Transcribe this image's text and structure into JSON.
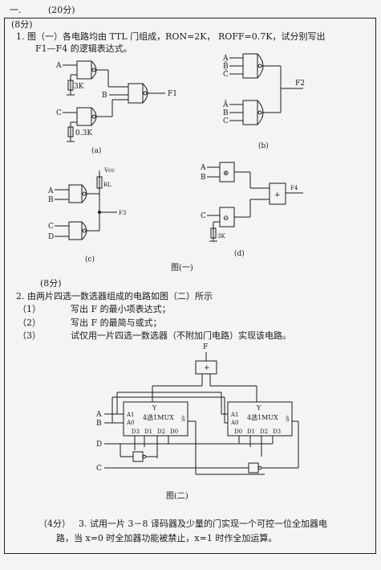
{
  "header": {
    "section": "一.",
    "points": "(20分)"
  },
  "q1": {
    "points": "(8分)",
    "text_line1": "1. 图（一）各电路均由 TTL 门组成，RON=2K，  ROFF=0.7K，试分别写出",
    "text_line2": "F1—F4 的逻辑表达式。"
  },
  "fig1": {
    "a": {
      "inputs": [
        "A",
        "B",
        "C"
      ],
      "resistors": [
        "3K",
        "0.3K"
      ],
      "output": "F1",
      "caption": "(a)"
    },
    "b": {
      "inputs": [
        "A",
        "B̄",
        "C̄",
        "Ā",
        "B",
        "C"
      ],
      "output": "F2",
      "caption": "(b)"
    },
    "c": {
      "inputs": [
        "A",
        "B",
        "C",
        "D"
      ],
      "vcc": "Vcc",
      "resistor": "RL",
      "output": "F3",
      "caption": "(c)"
    },
    "d": {
      "inputs": [
        "A",
        "B",
        "C"
      ],
      "gates": [
        "⊕",
        "⊖",
        "+"
      ],
      "resistor": "3K",
      "output": "F4",
      "caption": "(d)"
    },
    "caption": "图(一)"
  },
  "q2": {
    "points": "(8分)",
    "intro": "2. 由两片四选一数选器组成的电路如图（二）所示",
    "items": [
      {
        "num": "（1）",
        "text": "写出 F 的最小项表达式；"
      },
      {
        "num": "（2）",
        "text": "写出 F 的最简与或式；"
      },
      {
        "num": "（3）",
        "text": "试仅用一片四选一数选器（不附加门电路）实现该电路。"
      }
    ]
  },
  "fig2": {
    "output": "F",
    "or_gate": "+",
    "mux_label": "4选1MUX",
    "mux_out": "Y",
    "mux_strobe": "S̄",
    "sel": [
      "A1",
      "A0"
    ],
    "data_left": [
      "D3",
      "D1",
      "D2",
      "D0"
    ],
    "data_right": [
      "D0",
      "D1",
      "D2",
      "D3"
    ],
    "inputs": [
      "A",
      "B",
      "D",
      "C"
    ],
    "caption": "图(二)"
  },
  "q3": {
    "points": "（4分）",
    "line1": "3. 试用一片 3－8 译码器及少量的门实现一个可控一位全加器电",
    "line2": "路，当 x=0 时全加器功能被禁止，x=1 时作全加运算。"
  }
}
